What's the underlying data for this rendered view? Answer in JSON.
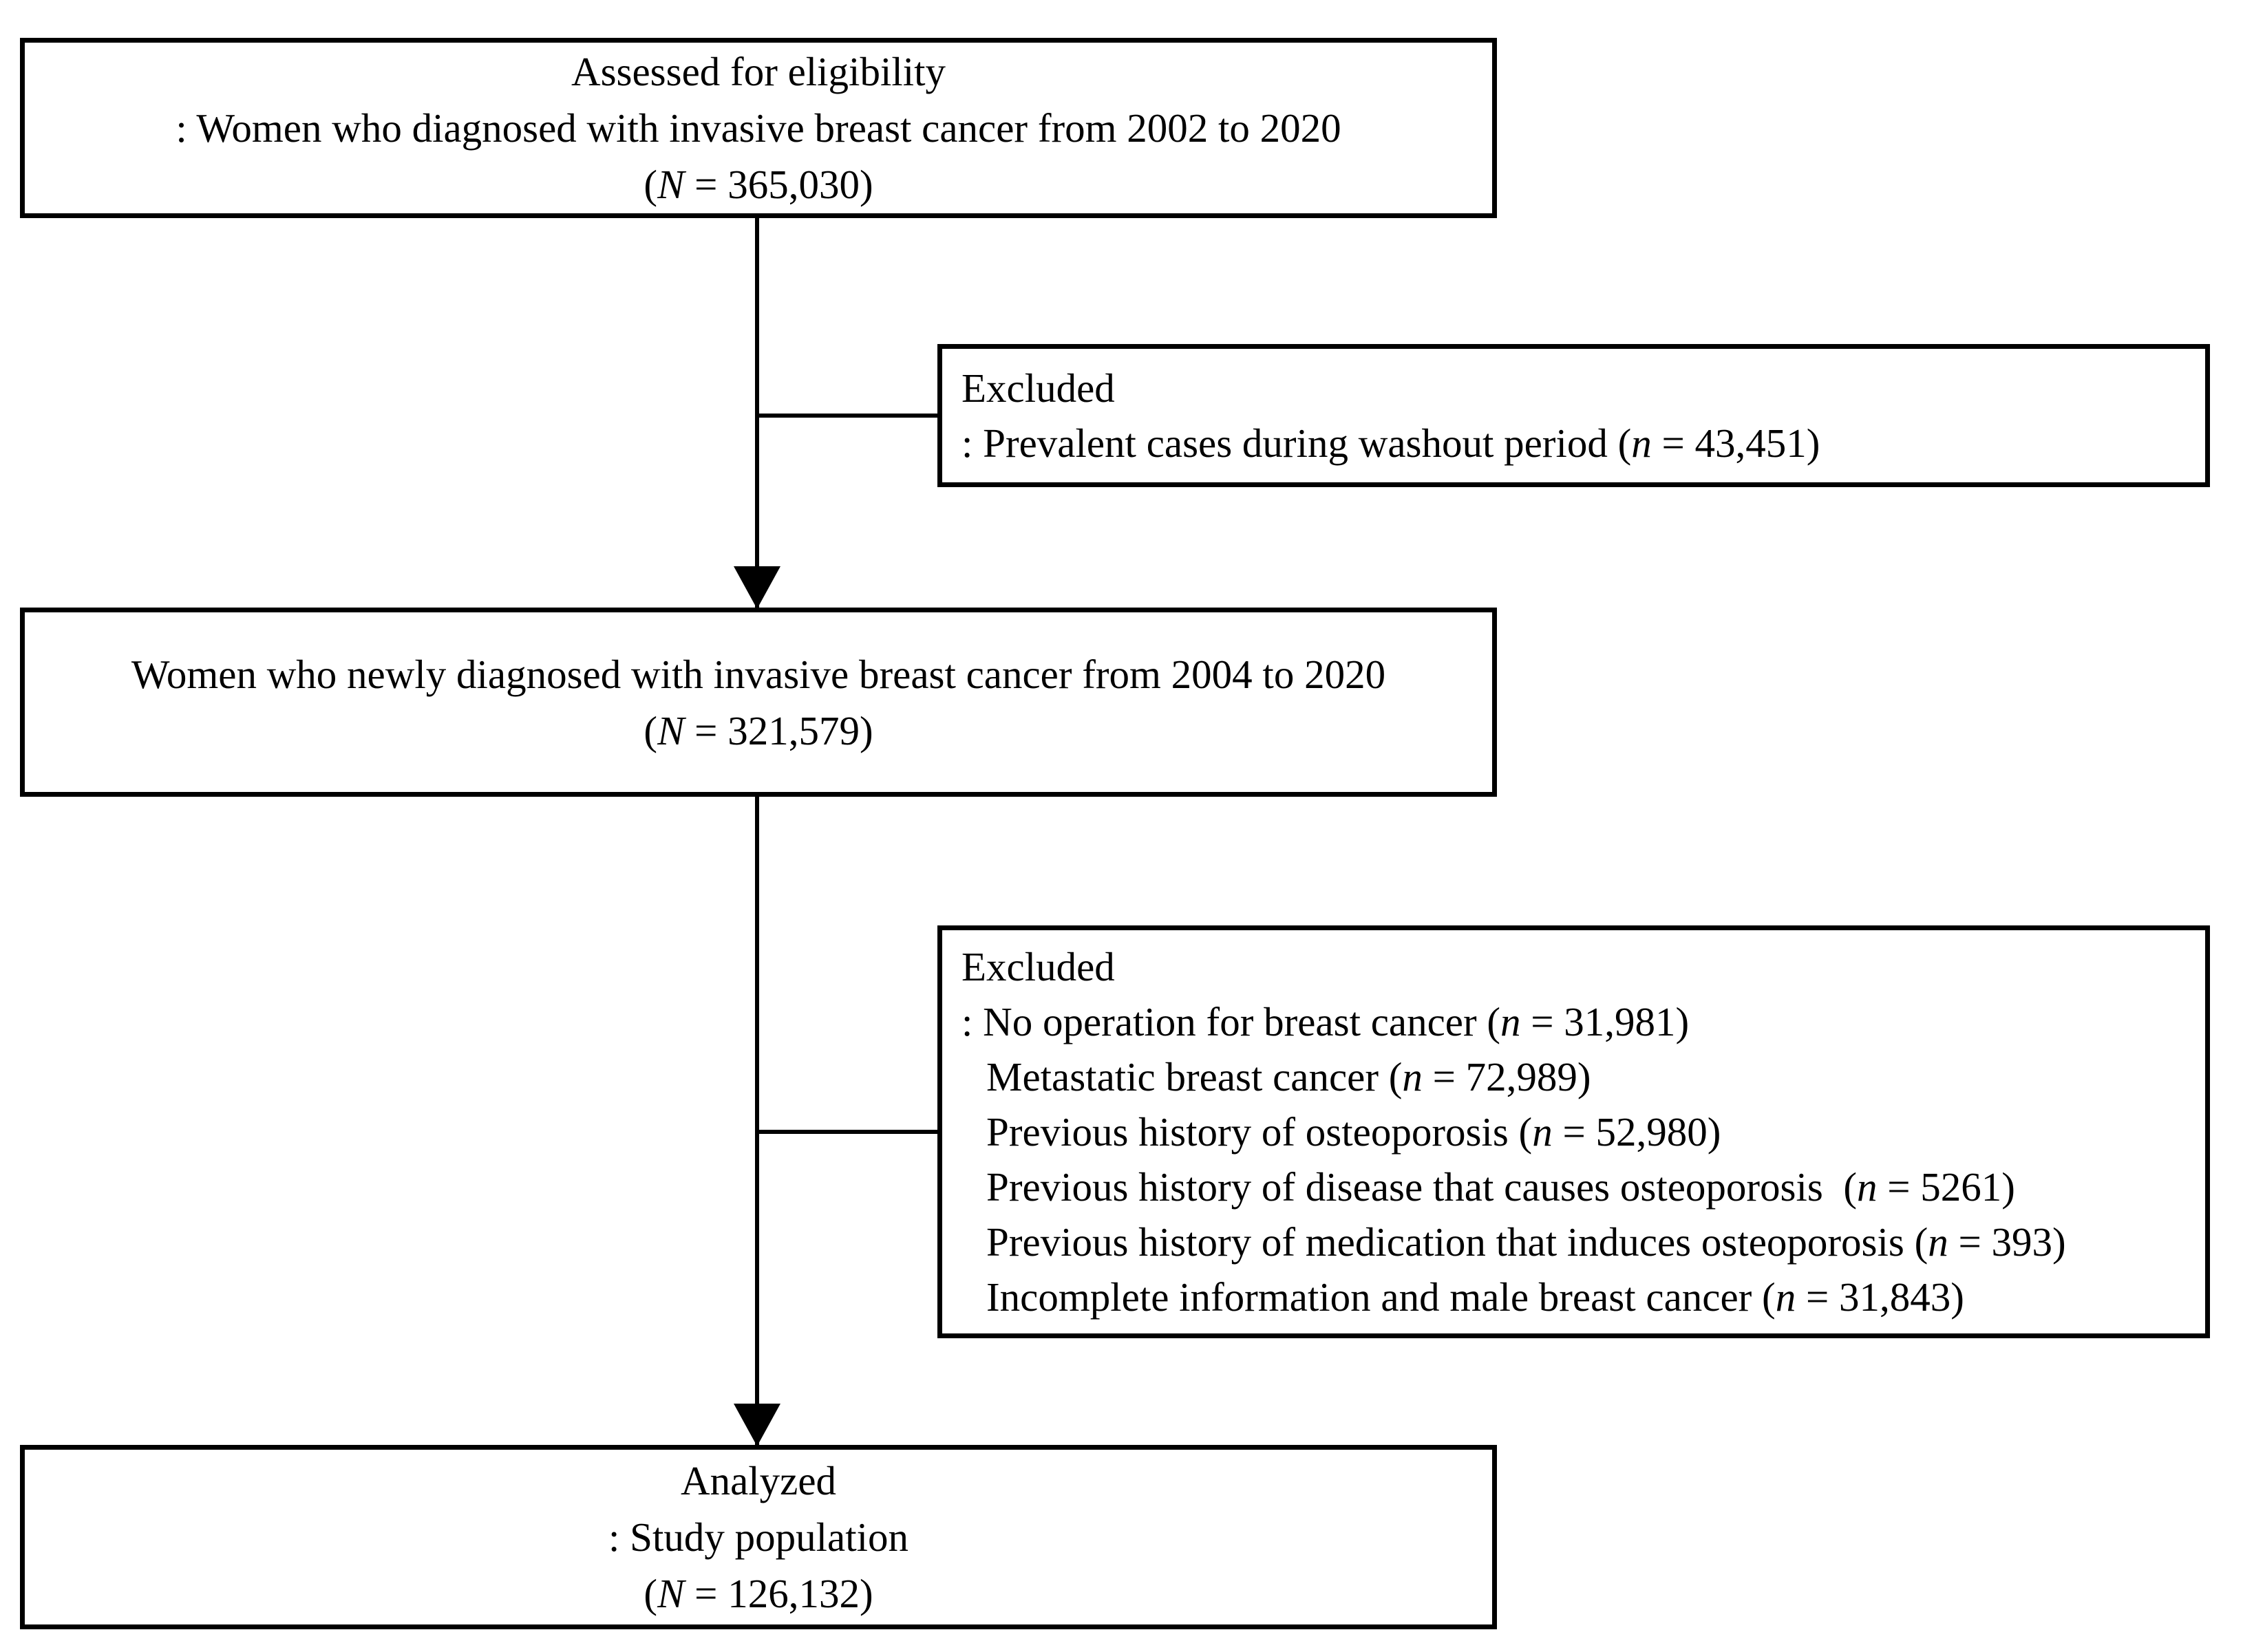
{
  "diagram": {
    "type": "study-flowchart",
    "colors": {
      "ink": "#000000",
      "background": "#ffffff"
    },
    "nodes": {
      "eligibility": {
        "lines": [
          {
            "pre": "Assessed for eligibility"
          },
          {
            "pre": ": Women who diagnosed with invasive breast cancer from 2002 to 2020"
          },
          {
            "pre": "(",
            "it": "N",
            "post": " = 365,030)"
          }
        ]
      },
      "excluded_washout": {
        "lines": [
          {
            "pre": "Excluded"
          },
          {
            "pre": ": Prevalent cases during washout period (",
            "it": "n",
            "post": " = 43,451)"
          }
        ]
      },
      "newly_diagnosed": {
        "lines": [
          {
            "pre": "Women who newly diagnosed with invasive breast cancer from 2004 to 2020"
          },
          {
            "pre": "(",
            "it": "N",
            "post": " = 321,579)"
          }
        ]
      },
      "excluded_criteria": {
        "lines": [
          {
            "pre": "Excluded"
          },
          {
            "pre": ": No operation for breast cancer (",
            "it": "n",
            "post": " = 31,981)"
          },
          {
            "pre": "Metastatic breast cancer (",
            "it": "n",
            "post": " = 72,989)"
          },
          {
            "pre": "Previous history of osteoporosis (",
            "it": "n",
            "post": " = 52,980)"
          },
          {
            "pre": "Previous history of disease that causes osteoporosis  (",
            "it": "n",
            "post": " = 5261)"
          },
          {
            "pre": "Previous history of medication that induces osteoporosis (",
            "it": "n",
            "post": " = 393)"
          },
          {
            "pre": "Incomplete information and male breast cancer (",
            "it": "n",
            "post": " = 31,843)"
          }
        ]
      },
      "analyzed": {
        "lines": [
          {
            "pre": "Analyzed"
          },
          {
            "pre": ": Study population"
          },
          {
            "pre": "(",
            "it": "N",
            "post": " = 126,132)"
          }
        ]
      }
    }
  }
}
